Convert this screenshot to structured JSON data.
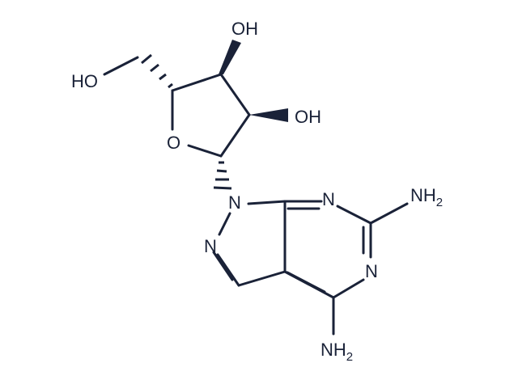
{
  "colors": {
    "ink": "#1a2238",
    "background": "#ffffff"
  },
  "atoms": {
    "oh_top": "OH",
    "oh_right": "OH",
    "ho_left": "HO",
    "ring_o": "O",
    "n1": "N",
    "n2": "N",
    "n_pyr_top": "N",
    "n_pyr_right": "N",
    "nh2_right": {
      "main": "NH",
      "sub": "2"
    },
    "nh2_bottom": {
      "main": "NH",
      "sub": "2"
    }
  }
}
